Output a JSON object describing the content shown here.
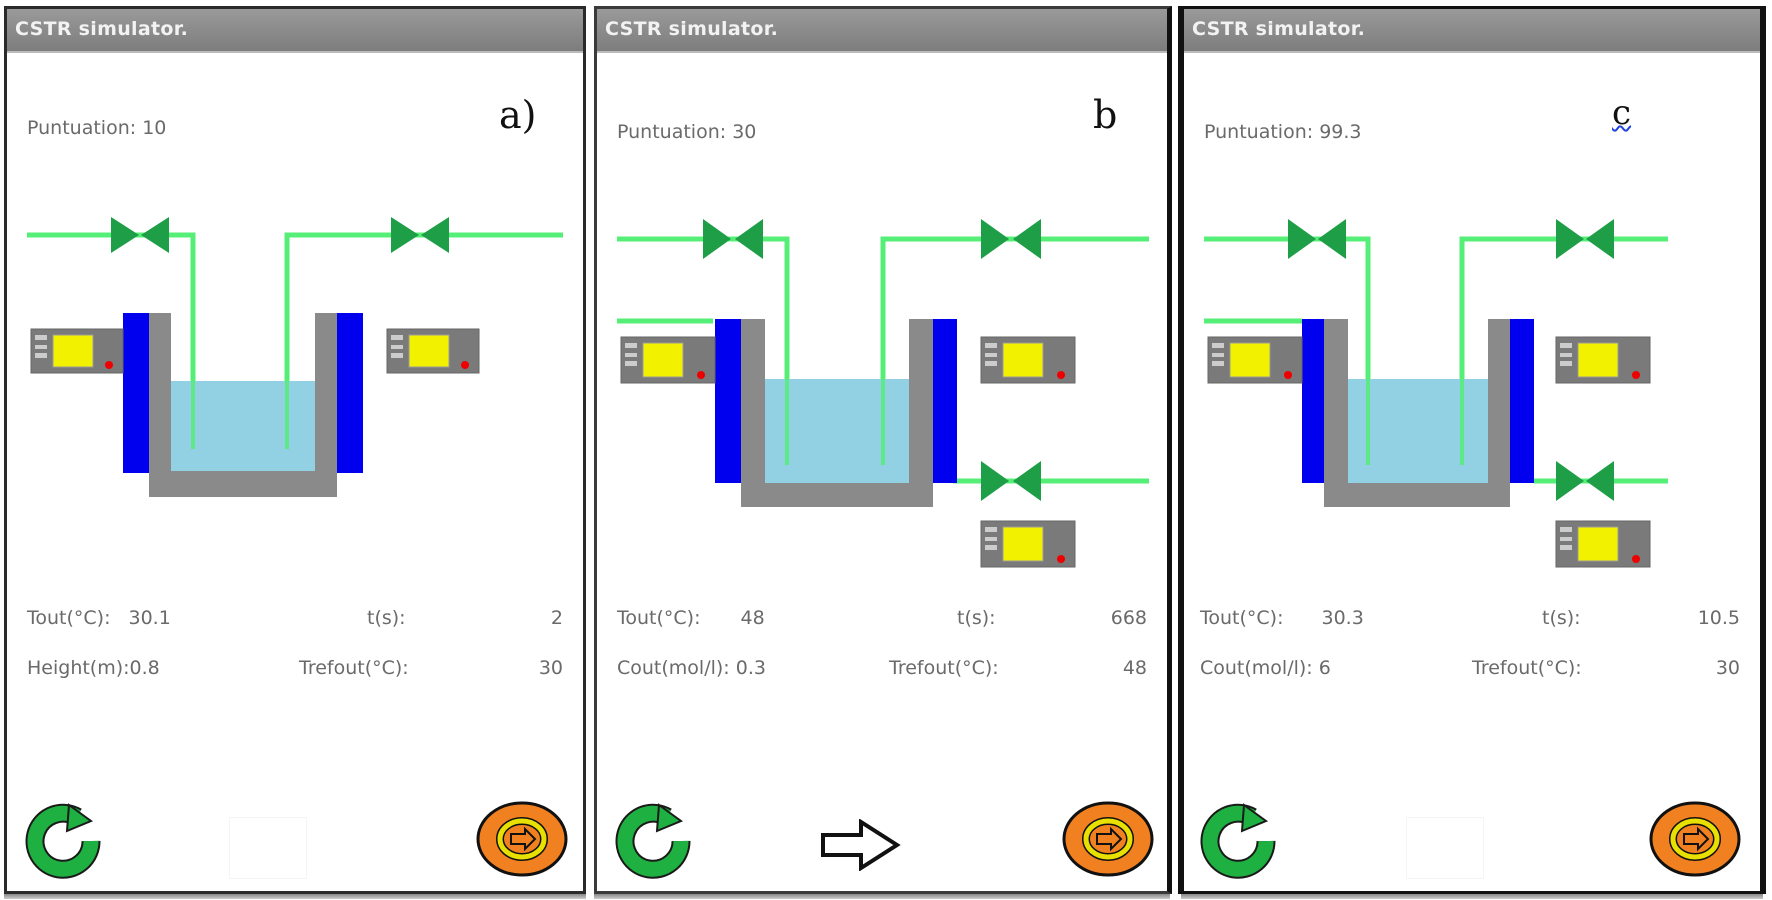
{
  "colors": {
    "titlebar": "#8a8a8a",
    "pipe": "#55ee77",
    "valve": "#1e9e46",
    "jacket": "#0000ee",
    "vessel": "#8a8a8a",
    "liquid": "#92d0e4",
    "controller_body": "#7a7a7a",
    "controller_screen": "#f2f200",
    "controller_led": "#ee0000",
    "reset_icon": "#1eb040",
    "run_outer": "#f08020",
    "run_inner": "#e8e000"
  },
  "panels": [
    {
      "id": "a",
      "title": "CSTR simulator.",
      "tag": "a)",
      "score_label": "Puntuation:",
      "score_value": "10",
      "readouts": {
        "row1_left_label": "Tout(°C):",
        "row1_left_value": "30.1",
        "row1_right_label": "t(s):",
        "row1_right_value": "2",
        "row2_left_label": "Height(m):",
        "row2_left_value": "0.8",
        "row2_right_label": "Trefout(°C):",
        "row2_right_value": "30"
      },
      "liquid_level_fraction": 0.55,
      "has_jacket_feed": false,
      "has_outlet_valve": false,
      "controllers": 2,
      "next_visible": false
    },
    {
      "id": "b",
      "title": "CSTR simulator.",
      "tag": "b",
      "score_label": "Puntuation:",
      "score_value": "30",
      "readouts": {
        "row1_left_label": "Tout(°C):",
        "row1_left_value": "48",
        "row1_right_label": "t(s):",
        "row1_right_value": "668",
        "row2_left_label": "Cout(mol/l):",
        "row2_left_value": "0.3",
        "row2_right_label": "Trefout(°C):",
        "row2_right_value": "48"
      },
      "liquid_level_fraction": 0.6,
      "has_jacket_feed": true,
      "has_outlet_valve": true,
      "controllers": 3,
      "next_visible": true
    },
    {
      "id": "c",
      "title": "CSTR simulator.",
      "tag": "c",
      "score_label": "Puntuation:",
      "score_value": "99.3",
      "readouts": {
        "row1_left_label": "Tout(°C):",
        "row1_left_value": "30.3",
        "row1_right_label": "t(s):",
        "row1_right_value": "10.5",
        "row2_left_label": "Cout(mol/l):",
        "row2_left_value": "6",
        "row2_right_label": "Trefout(°C):",
        "row2_right_value": "30"
      },
      "liquid_level_fraction": 0.6,
      "has_jacket_feed": true,
      "has_outlet_valve": true,
      "controllers": 3,
      "next_visible": false
    }
  ],
  "icons": {
    "reset": "reset-icon",
    "run": "run-icon",
    "next": "next-arrow-icon",
    "valve": "valve-icon",
    "controller": "controller-icon"
  }
}
